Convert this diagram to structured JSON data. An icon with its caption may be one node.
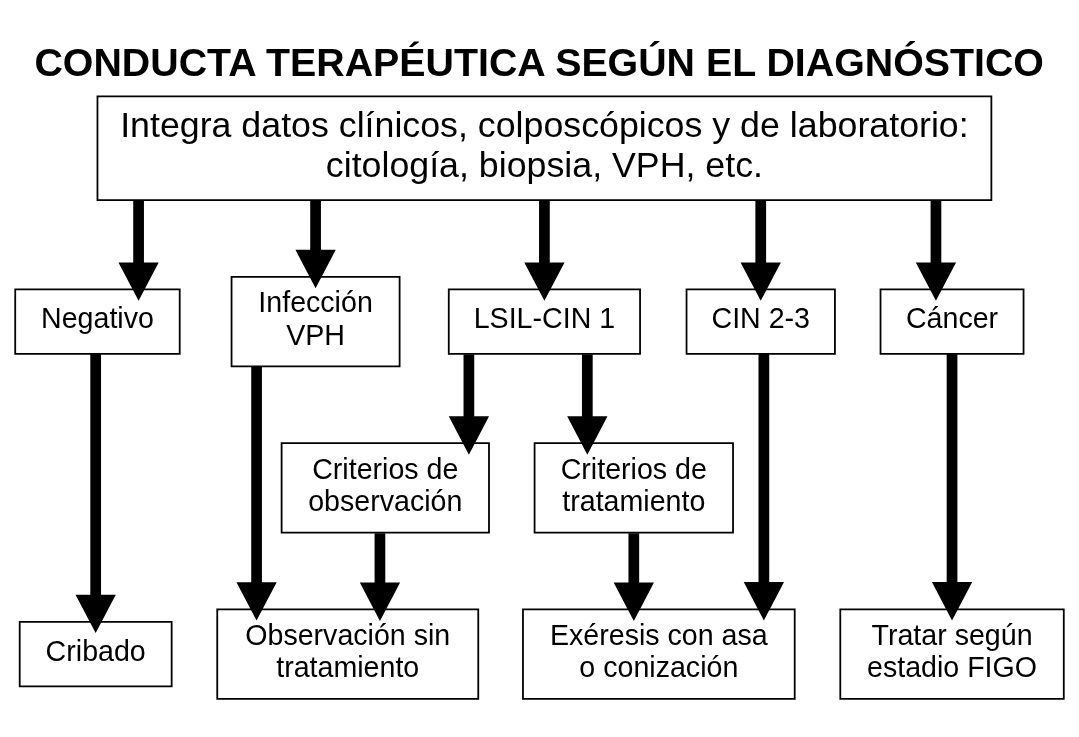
{
  "diagram": {
    "title": "CONDUCTA TERAPÉUTICA SEGÚN EL DIAGNÓSTICO",
    "nodes": [
      {
        "text": [
          "Integra datos clínicos, colposcópicos y de laboratorio: citología, biopsia, VPH, etc."
        ]
      },
      {
        "text": [
          "Negativo"
        ]
      },
      {
        "text": [
          "Infección VPH"
        ]
      },
      {
        "text": [
          "LSIL-CIN 1"
        ]
      },
      {
        "text": [
          "CIN 2-3"
        ]
      },
      {
        "text": [
          "Cáncer"
        ]
      },
      {
        "text": [
          "Criterios de observación"
        ]
      },
      {
        "text": [
          "Criterios de tratamiento"
        ]
      },
      {
        "text": [
          "Cribado"
        ]
      },
      {
        "text": [
          "Observación sin tratamiento"
        ]
      },
      {
        "text": [
          "Exéresis con asa o conización"
        ]
      },
      {
        "text": [
          "Tratar según estadio FIGO"
        ]
      }
    ],
    "edges": [
      {
        "from": 0,
        "to": 1,
        "arrow": "to"
      },
      {
        "from": 0,
        "to": 2,
        "arrow": "to"
      },
      {
        "from": 0,
        "to": 3,
        "arrow": "to"
      },
      {
        "from": 0,
        "to": 4,
        "arrow": "to"
      },
      {
        "from": 0,
        "to": 5,
        "arrow": "to"
      },
      {
        "from": 1,
        "to": 8,
        "arrow": "to"
      },
      {
        "from": 2,
        "to": 9,
        "arrow": "to"
      },
      {
        "from": 3,
        "to": 6,
        "arrow": "to"
      },
      {
        "from": 3,
        "to": 7,
        "arrow": "to"
      },
      {
        "from": 6,
        "to": 9,
        "arrow": "to"
      },
      {
        "from": 7,
        "to": 10,
        "arrow": "to"
      },
      {
        "from": 4,
        "to": 10,
        "arrow": "to"
      },
      {
        "from": 5,
        "to": 11,
        "arrow": "to"
      }
    ]
  }
}
